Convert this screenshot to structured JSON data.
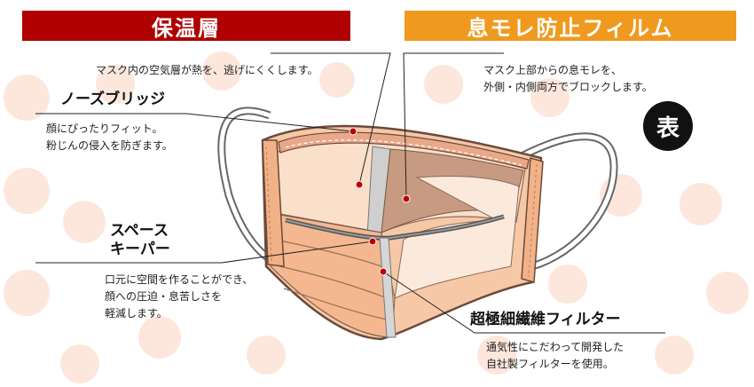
{
  "insulation": {
    "title": "保温層",
    "desc": "マスク内の空気層が熱を、逃げにくくします。",
    "color": "#b00000"
  },
  "breath_film": {
    "title": "息モレ防止フィルム",
    "desc_lines": [
      "マスク上部からの息モレを、",
      "外側・内側両方でブロックします。"
    ],
    "color": "#ef9a1f"
  },
  "nose_bridge": {
    "title": "ノーズブリッジ",
    "desc_lines": [
      "顔にぴったりフィット。",
      "粉じんの侵入を防ぎます。"
    ]
  },
  "space_keeper": {
    "title_lines": [
      "スペース",
      "キーパー"
    ],
    "desc_lines": [
      "口元に空間を作ることができ、",
      "顔への圧迫・息苦しさを",
      "軽減します。"
    ]
  },
  "filter": {
    "title": "超極細繊維フィルター",
    "desc_lines": [
      "通気性にこだわって開発した",
      "自社製フィルターを使用。"
    ]
  },
  "side_badge": "表",
  "icons": [
    "mask-illustration",
    "callout-dot"
  ]
}
